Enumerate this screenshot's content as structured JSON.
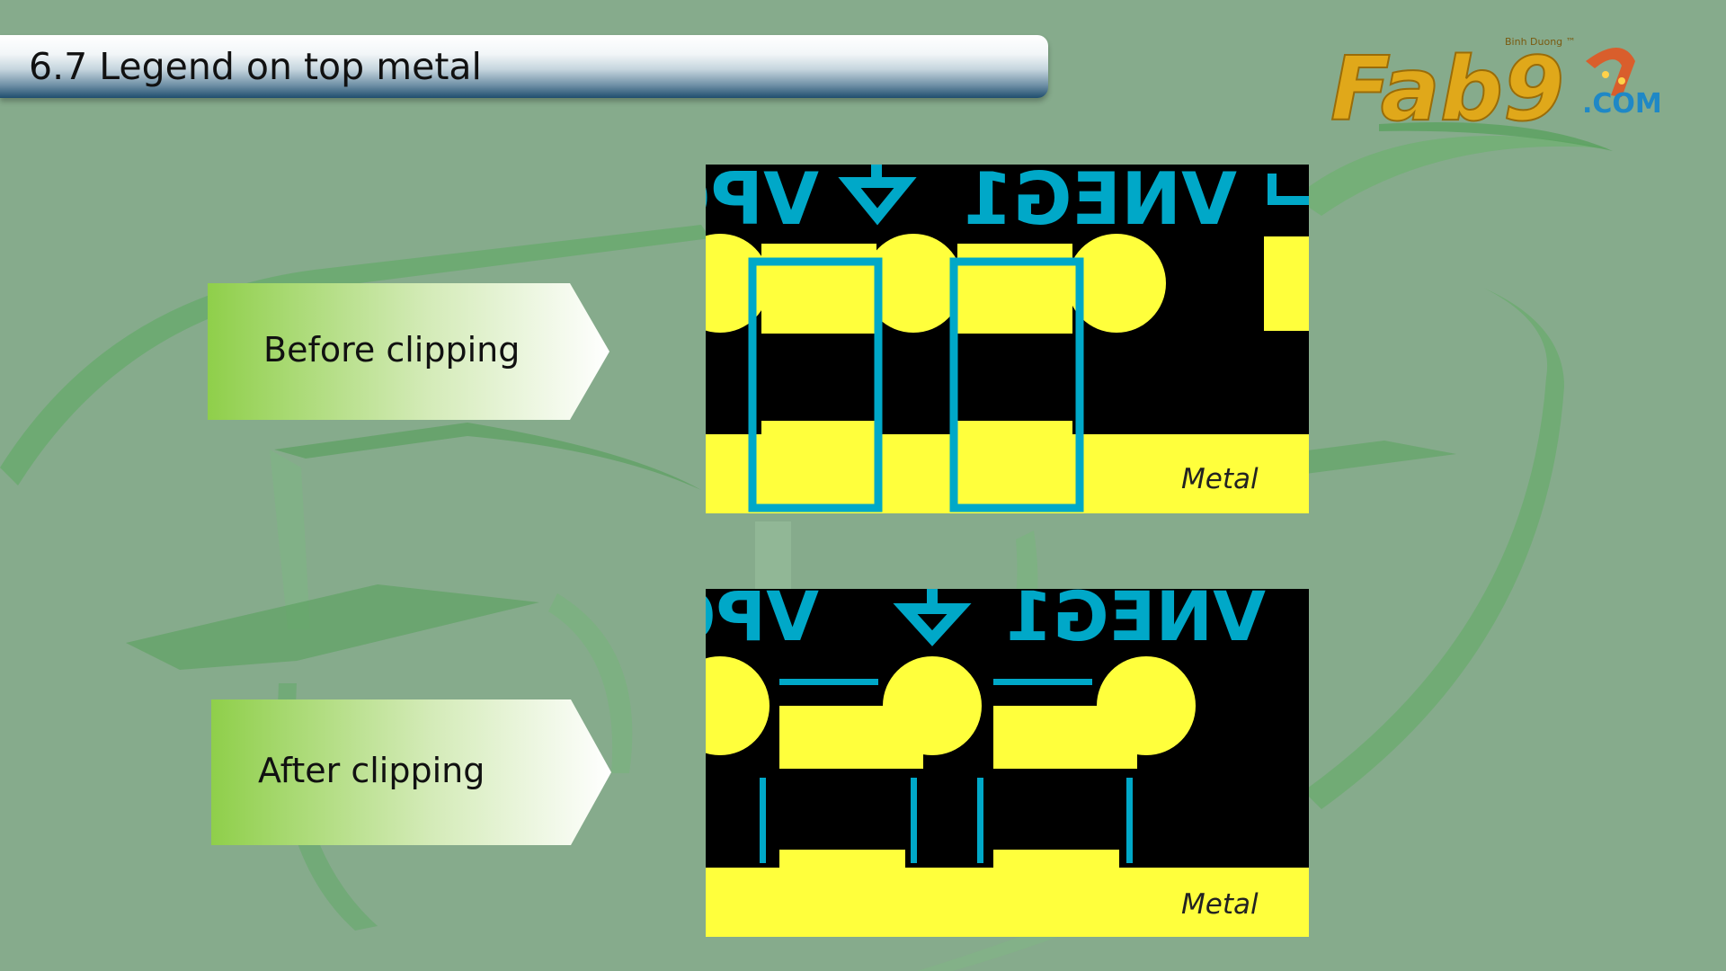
{
  "slide": {
    "title": "6.7 Legend on top metal"
  },
  "logo": {
    "text": "Fab9",
    "region": "Binh Duong ™",
    "suffix": ".COM",
    "colors": {
      "gold": "#e0a81a",
      "blue": "#1f88c6",
      "orange": "#e8501b"
    }
  },
  "before": {
    "label": "Before clipping",
    "metal_label": "Metal",
    "legend_text_left": "VPO",
    "legend_text_right": "VNEG1"
  },
  "after": {
    "label": "After clipping",
    "metal_label": "Metal",
    "legend_text_left": "VPO",
    "legend_text_right": "VNEG1"
  },
  "colors": {
    "background": "#86ab8c",
    "board": "#000000",
    "copper": "#ffff3c",
    "legend": "#00a8c8",
    "tag_start": "#8fcf4a",
    "tag_end": "#ffffff"
  }
}
